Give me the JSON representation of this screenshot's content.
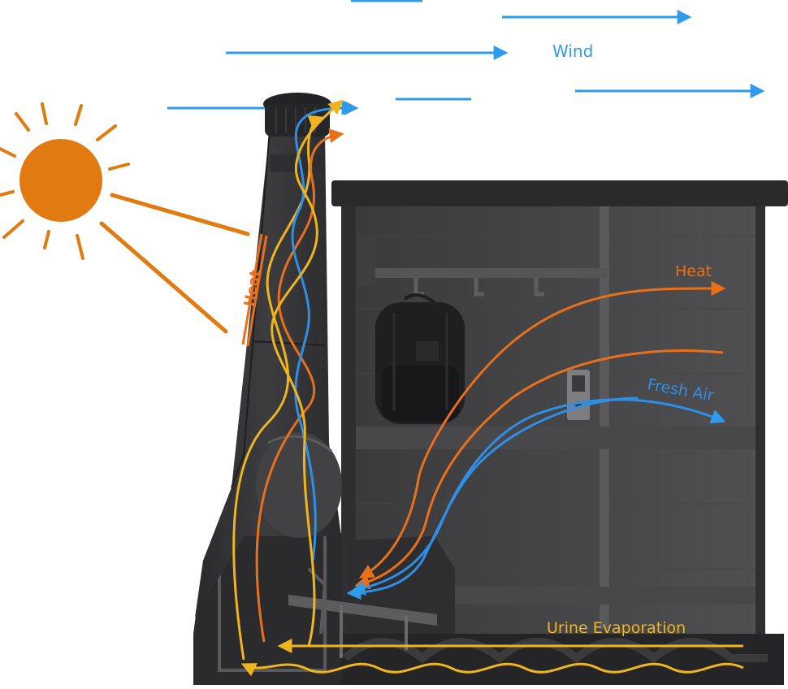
{
  "labels": {
    "wind": "Wind",
    "heat_chimney": "Heat",
    "heat_room": "Heat",
    "fresh_air": "Fresh Air",
    "urine": "Urine Evaporation"
  },
  "colors": {
    "wind": "#2f9bea",
    "heat": "#e8701a",
    "sun": "#e27a12",
    "evaporation": "#efb51e",
    "fresh_air": "#2f8ee6",
    "structure": "#2c2c2e"
  }
}
